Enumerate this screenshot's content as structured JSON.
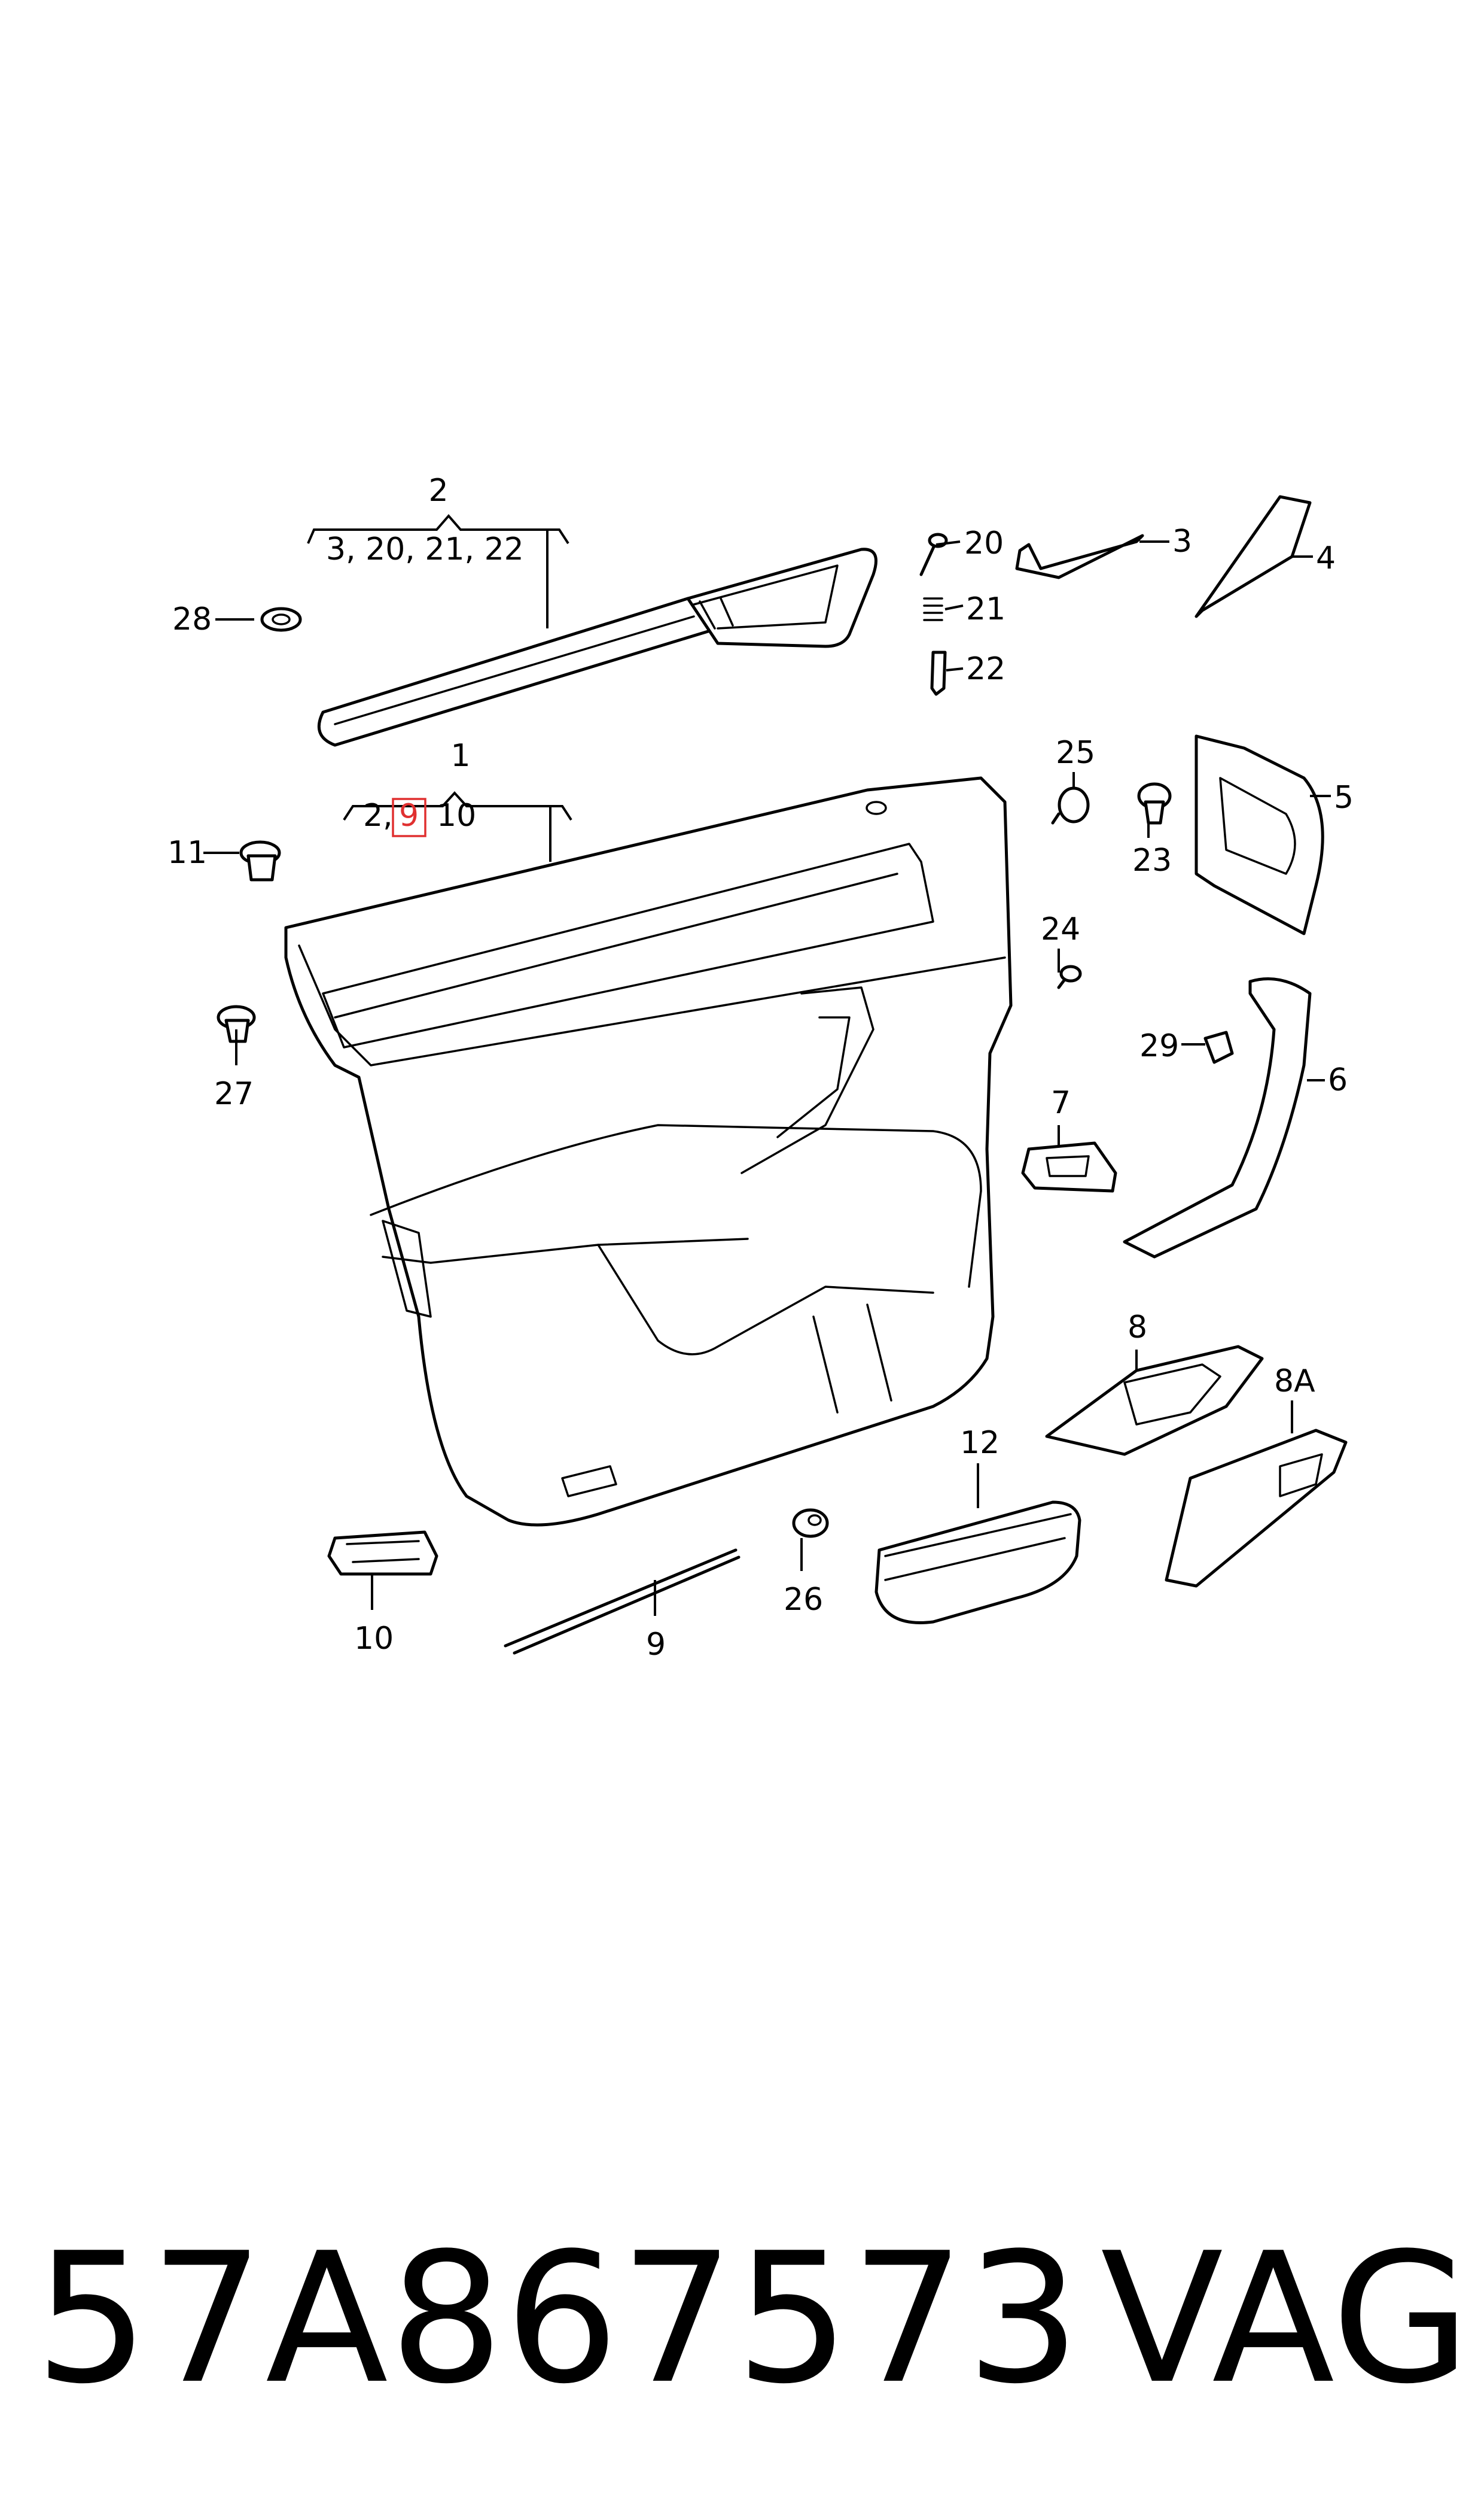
{
  "callouts": {
    "c2": "2",
    "c2_sub": "3, 20, 21, 22",
    "c1": "1",
    "c1_a": "2,",
    "c1_b": "9",
    "c1_c": "10",
    "c3": "3",
    "c4": "4",
    "c5": "5",
    "c6": "6",
    "c7": "7",
    "c8": "8",
    "c8a": "8A",
    "c9": "9",
    "c10": "10",
    "c11": "11",
    "c12": "12",
    "c20": "20",
    "c21": "21",
    "c22": "22",
    "c23": "23",
    "c24": "24",
    "c25": "25",
    "c26": "26",
    "c27": "27",
    "c28": "28",
    "c29": "29"
  },
  "footer": {
    "part_number": "57A867573",
    "brand": "VAG"
  },
  "highlight_color": "#e03030"
}
